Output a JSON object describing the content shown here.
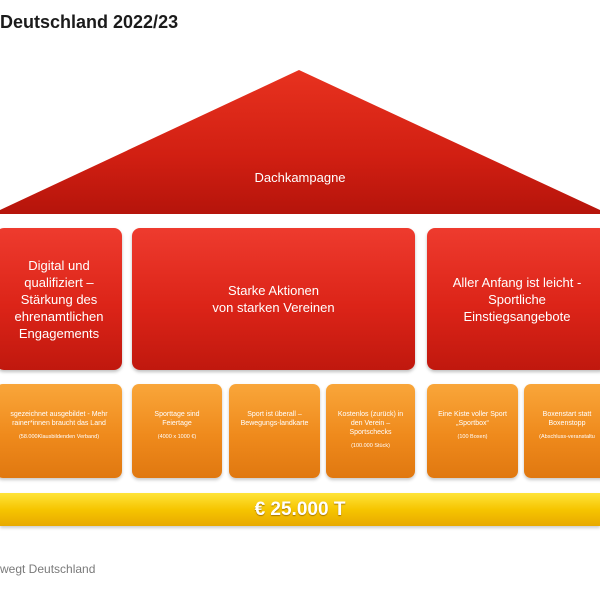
{
  "title": "Deutschland 2022/23",
  "roof": {
    "label": "Dachkampagne"
  },
  "pillars": [
    {
      "text": "Digital und\nqualifiziert –\nStärkung des\nehrenamtlichen\nEngagements"
    },
    {
      "text": "Starke Aktionen\nvon starken Vereinen"
    },
    {
      "text": "Aller Anfang ist leicht -\nSportliche\nEinstiegsangebote"
    }
  ],
  "blocks": [
    {
      "title": "sgezeichnet ausgebildet - Mehr\nrainer*innen braucht das Land",
      "detail": "(58.000Klausbildenden Verband)"
    },
    {
      "title": "Sporttage sind\nFeiertage",
      "detail": "(4000 x 1000 €)"
    },
    {
      "title": "Sport ist überall –\nBewegungs-landkarte",
      "detail": ""
    },
    {
      "title": "Kostenlos (zurück) in\nden Verein –\nSportschecks",
      "detail": "(100.000 Stück)"
    },
    {
      "title": "Eine Kiste voller Sport\n„Sportbox“",
      "detail": "(100 Boxen)"
    },
    {
      "title": "Boxenstart statt\nBoxenstopp",
      "detail": "(Abschluss-veranstaltu"
    }
  ],
  "base": {
    "label": "€ 25.000 T"
  },
  "footer": "wegt Deutschland",
  "colors": {
    "roof": "#c8170f",
    "pillar": "#dc2418",
    "block": "#ef8a1c",
    "base": "#f6c500"
  }
}
